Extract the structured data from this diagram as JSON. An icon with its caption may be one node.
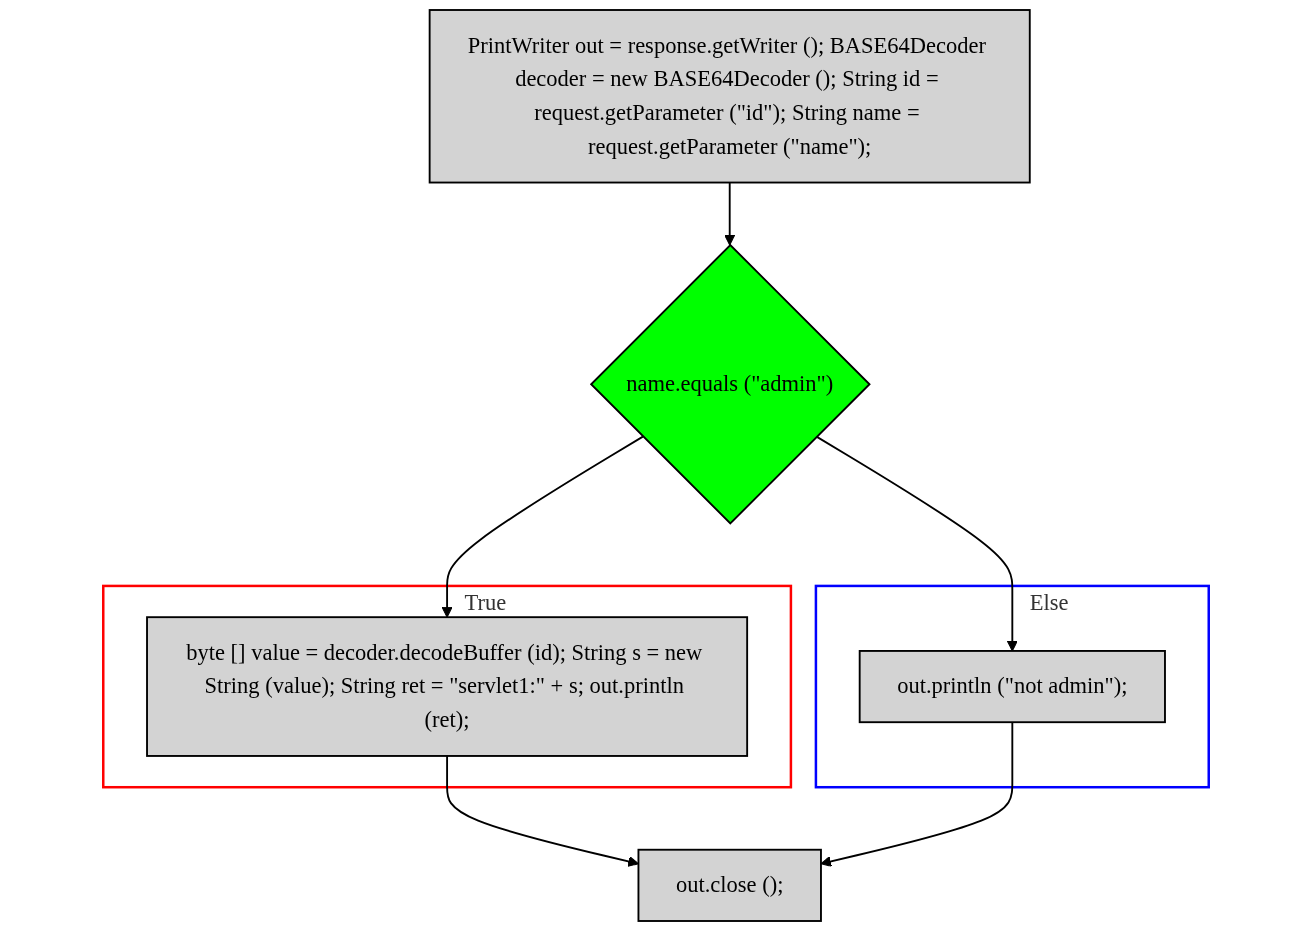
{
  "diagram": {
    "nodes": [
      {
        "text": [
          "PrintWriter out = response.getWriter (); BASE64Decoder decoder = new BASE64Decoder (); String id = request.getParameter (\"id\"); String name = request.getParameter (\"name\");"
        ]
      },
      {
        "text": [
          "name.equals (\"admin\")"
        ]
      },
      {
        "text": [
          "True"
        ]
      },
      {
        "text": [
          "byte [] value = decoder.decodeBuffer (id); String s = new String (value); String ret = \"servlet1:\" + s; out.println (ret);"
        ],
        "in": 2
      },
      {
        "text": [
          "Else"
        ]
      },
      {
        "text": [
          "out.println (\"not admin\");"
        ],
        "in": 4
      },
      {
        "text": [
          "out.close ();"
        ]
      }
    ],
    "edges": [
      {
        "from": 0,
        "to": 1,
        "arrow": "to"
      },
      {
        "from": 1,
        "to": 3,
        "arrow": "to"
      },
      {
        "from": 1,
        "to": 5,
        "arrow": "to"
      },
      {
        "from": 3,
        "to": 6,
        "arrow": "to"
      },
      {
        "from": 5,
        "to": 6,
        "arrow": "to"
      }
    ]
  }
}
